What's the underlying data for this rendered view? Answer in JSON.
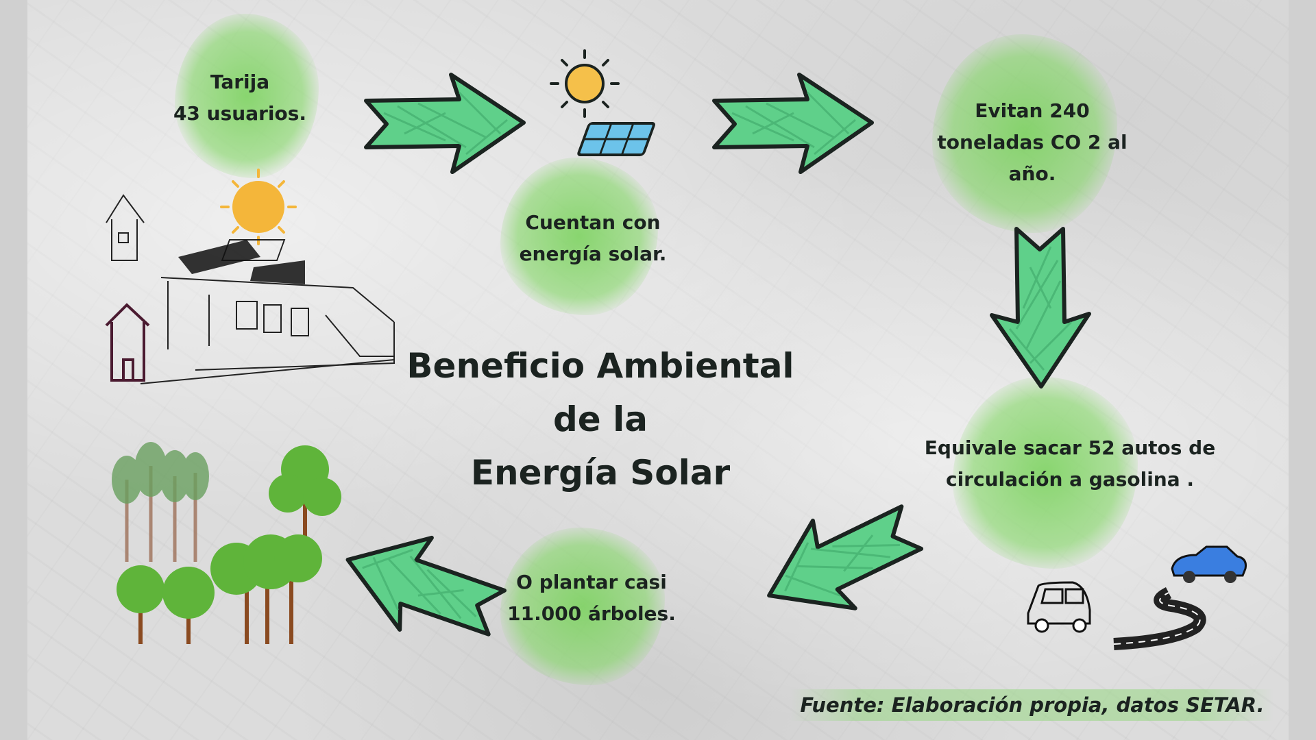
{
  "title": {
    "line1": "Beneficio Ambiental",
    "line2": "de la",
    "line3": "Energía Solar"
  },
  "steps": [
    {
      "line1": "Tarija",
      "line2": "43 usuarios."
    },
    {
      "line1": "Cuentan con",
      "line2": "energía solar."
    },
    {
      "line1": "Evitan 240",
      "line2": "toneladas CO 2 al",
      "line3": "año."
    },
    {
      "line1": "Equivale sacar 52 autos de",
      "line2": "circulación a gasolina ."
    },
    {
      "line1": "O plantar casi",
      "line2": "11.000 árboles."
    }
  ],
  "source": "Fuente: Elaboración propia, datos SETAR.",
  "colors": {
    "arrow": "#5fd08a",
    "blob": "#8cd46a",
    "text": "#1b2320"
  }
}
